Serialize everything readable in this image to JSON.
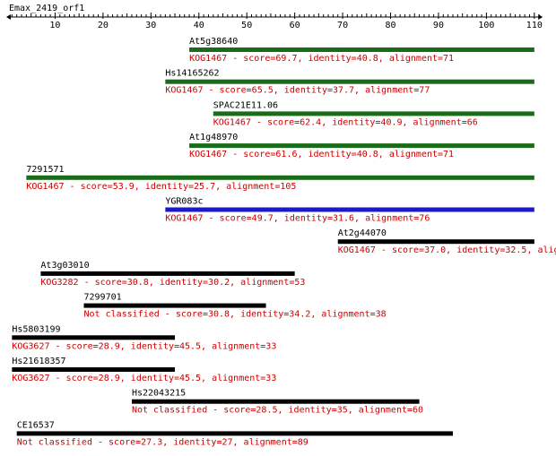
{
  "query": {
    "name": "Emax_2419_orf1",
    "length": 111
  },
  "ruler": {
    "ticks": [
      10,
      20,
      30,
      40,
      50,
      60,
      70,
      80,
      90,
      100,
      110
    ]
  },
  "colors": {
    "green": "#1a6b1a",
    "blue": "#1a1acc",
    "black": "#000000",
    "label": "#000000",
    "detail": "#cc0000"
  },
  "hits": [
    {
      "name": "At5g38640",
      "color": "green",
      "start": 38,
      "end": 110,
      "detail": "KOG1467 - score=69.7, identity=40.8, alignment=71"
    },
    {
      "name": "Hs14165262",
      "color": "green",
      "start": 33,
      "end": 110,
      "detail": "KOG1467 - score=65.5, identity=37.7, alignment=77"
    },
    {
      "name": "SPAC21E11.06",
      "color": "green",
      "start": 43,
      "end": 110,
      "detail": "KOG1467 - score=62.4, identity=40.9, alignment=66"
    },
    {
      "name": "At1g48970",
      "color": "green",
      "start": 38,
      "end": 110,
      "detail": "KOG1467 - score=61.6, identity=40.8, alignment=71"
    },
    {
      "name": "7291571",
      "color": "green",
      "start": 4,
      "end": 110,
      "detail": "KOG1467 - score=53.9, identity=25.7, alignment=105"
    },
    {
      "name": "YGR083c",
      "color": "blue",
      "start": 33,
      "end": 110,
      "detail": "KOG1467 - score=49.7, identity=31.6, alignment=76"
    },
    {
      "name": "At2g44070",
      "color": "black",
      "start": 69,
      "end": 110,
      "detail": "KOG1467 - score=37.0, identity=32.5, alig"
    },
    {
      "name": "At3g03010",
      "color": "black",
      "start": 7,
      "end": 60,
      "detail": "KOG3282 - score=30.8, identity=30.2, alignment=53"
    },
    {
      "name": "7299701",
      "color": "black",
      "start": 16,
      "end": 54,
      "detail": "Not classified - score=30.8, identity=34.2, alignment=38"
    },
    {
      "name": "Hs5803199",
      "color": "black",
      "start": 1,
      "end": 35,
      "detail": "KOG3627 - score=28.9, identity=45.5, alignment=33"
    },
    {
      "name": "Hs21618357",
      "color": "black",
      "start": 1,
      "end": 35,
      "detail": "KOG3627 - score=28.9, identity=45.5, alignment=33"
    },
    {
      "name": "Hs22043215",
      "color": "black",
      "start": 26,
      "end": 86,
      "detail": "Not classified - score=28.5, identity=35, alignment=60"
    },
    {
      "name": "CE16537",
      "color": "black",
      "start": 2,
      "end": 93,
      "detail": "Not classified - score=27.3, identity=27, alignment=89"
    }
  ]
}
